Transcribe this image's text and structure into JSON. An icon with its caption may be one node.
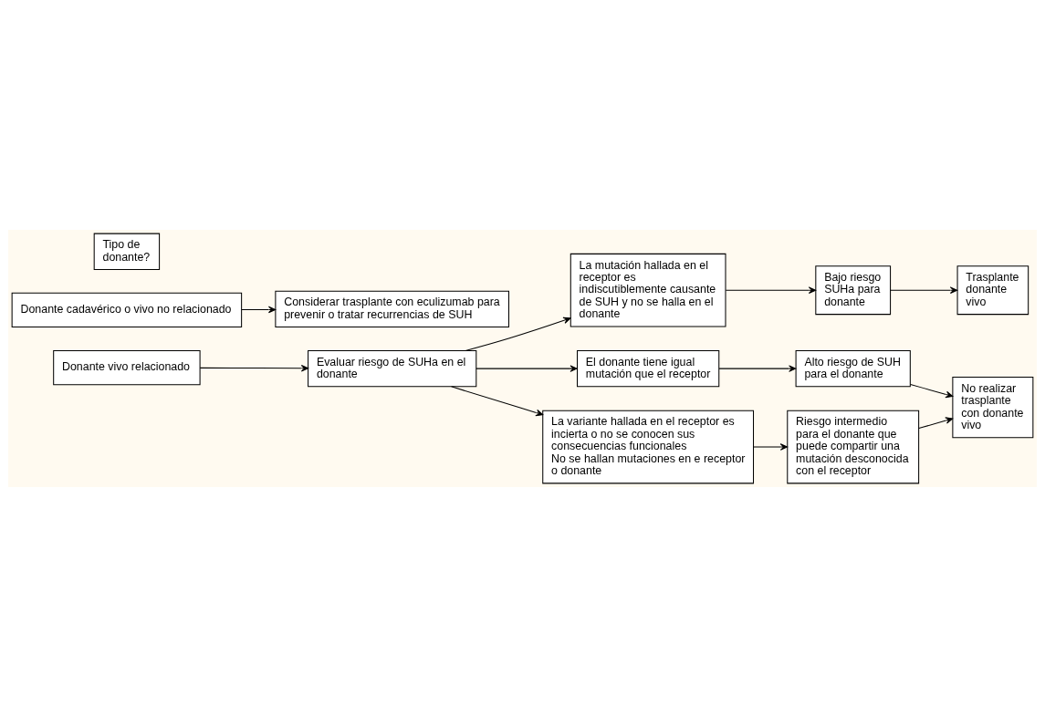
{
  "diagram": {
    "nodes": [
      {
        "text": [
          "Tipo de donante?"
        ]
      },
      {
        "text": [
          "Donante cadavérico o vivo no relacionado"
        ]
      },
      {
        "text": [
          "Considerar trasplante con eculizumab para prevenir o tratar recurrencias de SUH"
        ]
      },
      {
        "text": [
          "Donante vivo relacionado"
        ]
      },
      {
        "text": [
          "Evaluar riesgo de SUHa en el donante"
        ]
      },
      {
        "text": [
          "La mutación hallada en el receptor es indiscutiblemente causante de SUH y no se halla en el donante"
        ]
      },
      {
        "text": [
          "Bajo riesgo SUHa para donante"
        ]
      },
      {
        "text": [
          "Trasplante donante vivo"
        ]
      },
      {
        "text": [
          "El donante tiene igual mutación que el receptor"
        ]
      },
      {
        "text": [
          "Alto riesgo de SUH para el donante"
        ]
      },
      {
        "text": [
          "No realizar trasplante con donante vivo"
        ]
      },
      {
        "text": [
          "La variante hallada en el receptor es incierta o no se conocen sus consecuencias funcionales",
          "No se hallan mutaciones en e receptor o donante"
        ]
      },
      {
        "text": [
          "Riesgo intermedio para el donante que puede compartir una mutación desconocida con el receptor"
        ]
      }
    ],
    "edges": [
      {
        "from": 1,
        "to": 2,
        "arrow": "to"
      },
      {
        "from": 3,
        "to": 4,
        "arrow": "to"
      },
      {
        "from": 4,
        "to": 5,
        "arrow": "to"
      },
      {
        "from": 5,
        "to": 6,
        "arrow": "to"
      },
      {
        "from": 6,
        "to": 7,
        "arrow": "to"
      },
      {
        "from": 4,
        "to": 8,
        "arrow": "to"
      },
      {
        "from": 8,
        "to": 9,
        "arrow": "to"
      },
      {
        "from": 9,
        "to": 10,
        "arrow": "to"
      },
      {
        "from": 4,
        "to": 11,
        "arrow": "to"
      },
      {
        "from": 11,
        "to": 12,
        "arrow": "to"
      },
      {
        "from": 12,
        "to": 10,
        "arrow": "to"
      }
    ]
  }
}
